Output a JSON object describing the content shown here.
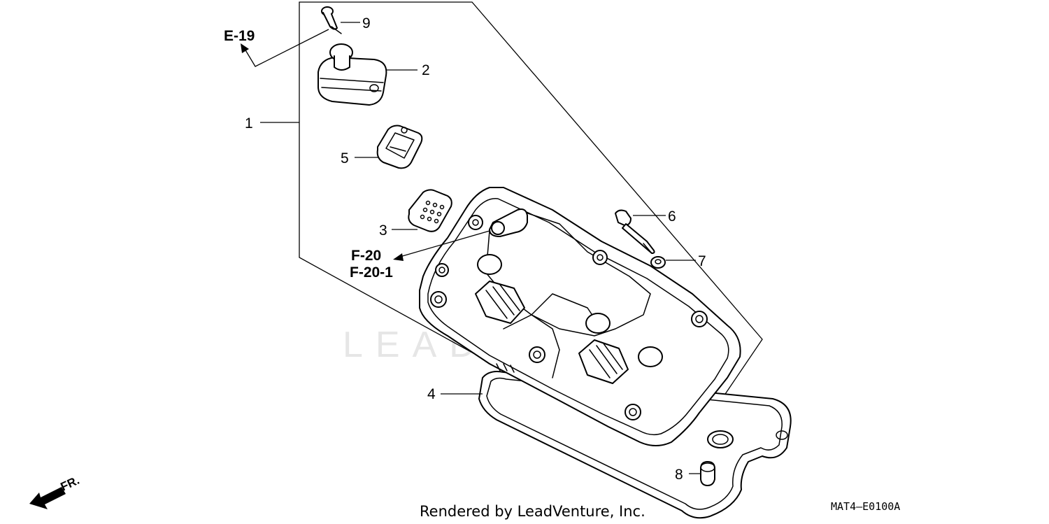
{
  "watermark_text": "LEADVENTURE",
  "references": {
    "e19": "E-19",
    "f20": "F-20",
    "f20_1": "F-20-1"
  },
  "callouts": {
    "n1": "1",
    "n2": "2",
    "n3": "3",
    "n4": "4",
    "n5": "5",
    "n6": "6",
    "n7": "7",
    "n8": "8",
    "n9": "9"
  },
  "front_indicator": "FR.",
  "footer": {
    "rendered_by": "Rendered by LeadVenture, Inc.",
    "diagram_code": "MAT4—E0100A"
  },
  "colors": {
    "line": "#000000",
    "background": "#ffffff",
    "watermark": "#e6e6e6"
  }
}
